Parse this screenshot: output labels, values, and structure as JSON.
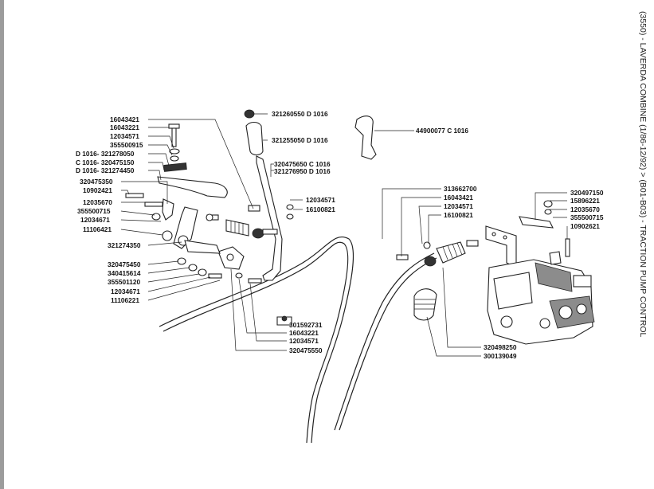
{
  "title": "(3550) - LAVERDA COMBINE (1/86-12/92) > (B01-B03) - TRACTION PUMP CONTROL",
  "colors": {
    "ink": "#222222",
    "frame": "#9c9c9c",
    "background": "#ffffff"
  },
  "labels": {
    "lever_knob_top": "321260550 D 1016",
    "lever_knob": "321255050 D 1016",
    "lever_clip_a": "320475650 C 1016",
    "lever_clip_b": "321276950 D 1016",
    "handle": "44900077 C 1016",
    "l_16043421": "16043421",
    "l_16043221": "16043221",
    "l_12034571": "12034571",
    "l_355500915": "355500915",
    "l_321278050": "D 1016- 321278050",
    "l_320475150": "C 1016- 320475150",
    "l_321274450": "D 1016- 321274450",
    "l_320475350": "320475350",
    "l_10902421": "10902421",
    "l_12035670": "12035670",
    "l_355500715": "355500715",
    "l_12034671": "12034671",
    "l_11106421": "11106421",
    "l_321274350": "321274350",
    "l_320475450": "320475450",
    "l_340415614": "340415614",
    "l_355501120": "355501120",
    "l_12034671_b": "12034671",
    "l_11106221": "11106221",
    "mid_12034571": "12034571",
    "mid_16100821": "16100821",
    "bot_301592731": "301592731",
    "bot_16043221": "16043221",
    "bot_12034571": "12034571",
    "bot_320475550": "320475550",
    "r_313662700": "313662700",
    "r_16043421": "16043421",
    "r_12034571": "12034571",
    "r_16100821": "16100821",
    "r_320497150": "320497150",
    "r_15896221": "15896221",
    "r_12035670": "12035670",
    "r_355500715": "355500715",
    "r_10902621": "10902621",
    "r_320498250": "320498250",
    "r_300139049": "300139049"
  }
}
